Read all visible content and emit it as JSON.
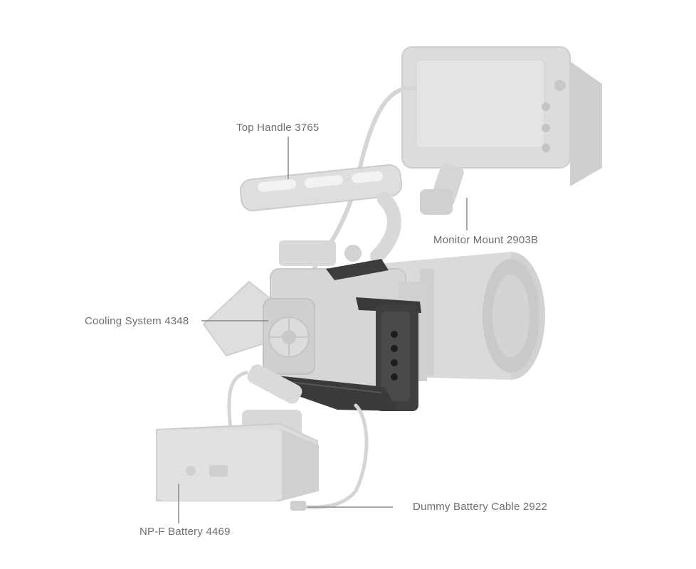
{
  "callouts": {
    "top_handle": "Top Handle 3765",
    "monitor_mount": "Monitor Mount 2903B",
    "cooling_system": "Cooling System  4348",
    "dummy_battery_cable": "Dummy Battery Cable 2922",
    "npf_battery": "NP-F Battery 4469"
  },
  "colors": {
    "background": "#ffffff",
    "accessory_gray": "#d9d9d9",
    "cage_dark": "#3d3d3d",
    "label_text": "#6e6e6e",
    "leader_line": "#8a8a8a"
  }
}
